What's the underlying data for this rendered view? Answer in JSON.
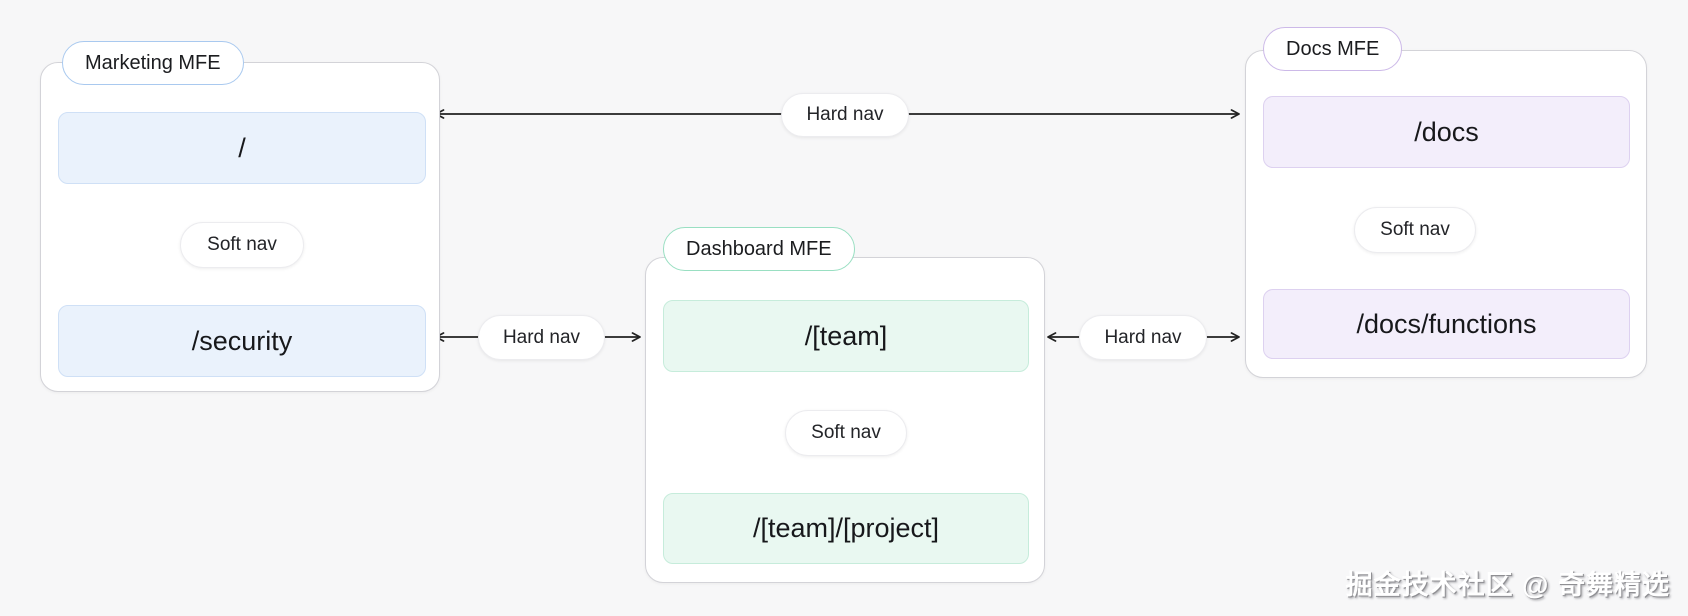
{
  "diagram": {
    "background": "#f7f7f8",
    "arrow_color": "#222222",
    "groups": [
      {
        "id": "marketing",
        "label": "Marketing MFE",
        "accent_border": "#a9c9ef",
        "route_fill": "#eaf2fc",
        "route_border": "#cfe0f6",
        "routes": [
          "/",
          "/security"
        ],
        "soft_nav_label": "Soft nav"
      },
      {
        "id": "dashboard",
        "label": "Dashboard MFE",
        "accent_border": "#99dfc2",
        "route_fill": "#e9f8f1",
        "route_border": "#c6ecdb",
        "routes": [
          "/[team]",
          "/[team]/[project]"
        ],
        "soft_nav_label": "Soft nav"
      },
      {
        "id": "docs",
        "label": "Docs MFE",
        "accent_border": "#ccb9e8",
        "route_fill": "#f3eefb",
        "route_border": "#ddd1f0",
        "routes": [
          "/docs",
          "/docs/functions"
        ],
        "soft_nav_label": "Soft nav"
      }
    ],
    "connectors": [
      {
        "id": "marketing-docs",
        "label": "Hard nav",
        "type": "hard",
        "bidirectional": true
      },
      {
        "id": "marketing-dashboard",
        "label": "Hard nav",
        "type": "hard",
        "bidirectional": true
      },
      {
        "id": "dashboard-docs",
        "label": "Hard nav",
        "type": "hard",
        "bidirectional": true
      }
    ],
    "watermark": "掘金技术社区 @ 奇舞精选"
  }
}
